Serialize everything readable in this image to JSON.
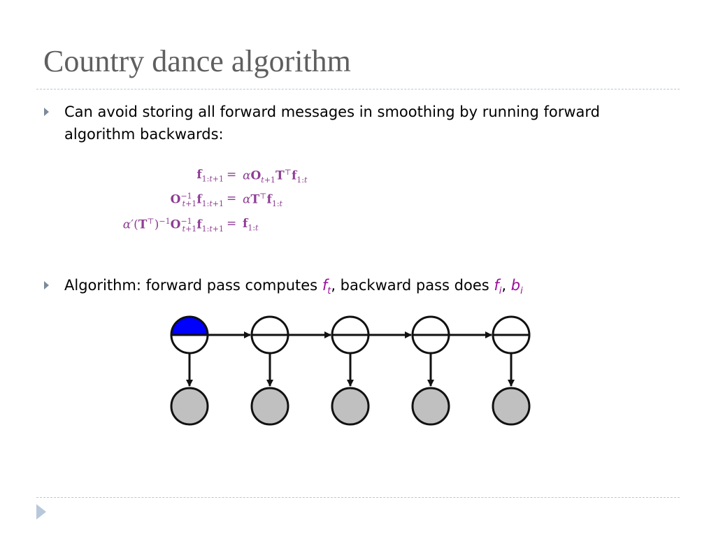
{
  "slide": {
    "title": "Country dance algorithm"
  },
  "bullets": [
    {
      "line1": "Can avoid storing all forward messages in smoothing by running forward",
      "line2": "algorithm backwards:"
    },
    {
      "prefix": "Algorithm: forward pass computes ",
      "var1": "f",
      "var1_sub": "t",
      "middle": ", backward pass does ",
      "var2": "f",
      "var2_sub": "i",
      "comma": ", ",
      "var3": "b",
      "var3_sub": "i"
    }
  ],
  "equations": {
    "rows": [
      {
        "lhs": "f1:t+1",
        "rhs": "αOt+1TTf1:t"
      },
      {
        "lhs": "O-1t+1f1:t+1",
        "rhs": "αTTf1:t"
      },
      {
        "lhs": "α′(TT)-1O-1t+1f1:t+1",
        "rhs": "f1:t"
      }
    ],
    "equals": "="
  },
  "diagram": {
    "hidden_nodes": 5,
    "observed_nodes": 5,
    "first_node_fill": "#0000ff"
  },
  "colors": {
    "title": "#5f5f5f",
    "math": "#8e3d94",
    "variable": "#9a0f9a",
    "bullet": "#7b8a9c",
    "rule": "#b9c7d3",
    "observed_fill": "#c0c0c0"
  }
}
